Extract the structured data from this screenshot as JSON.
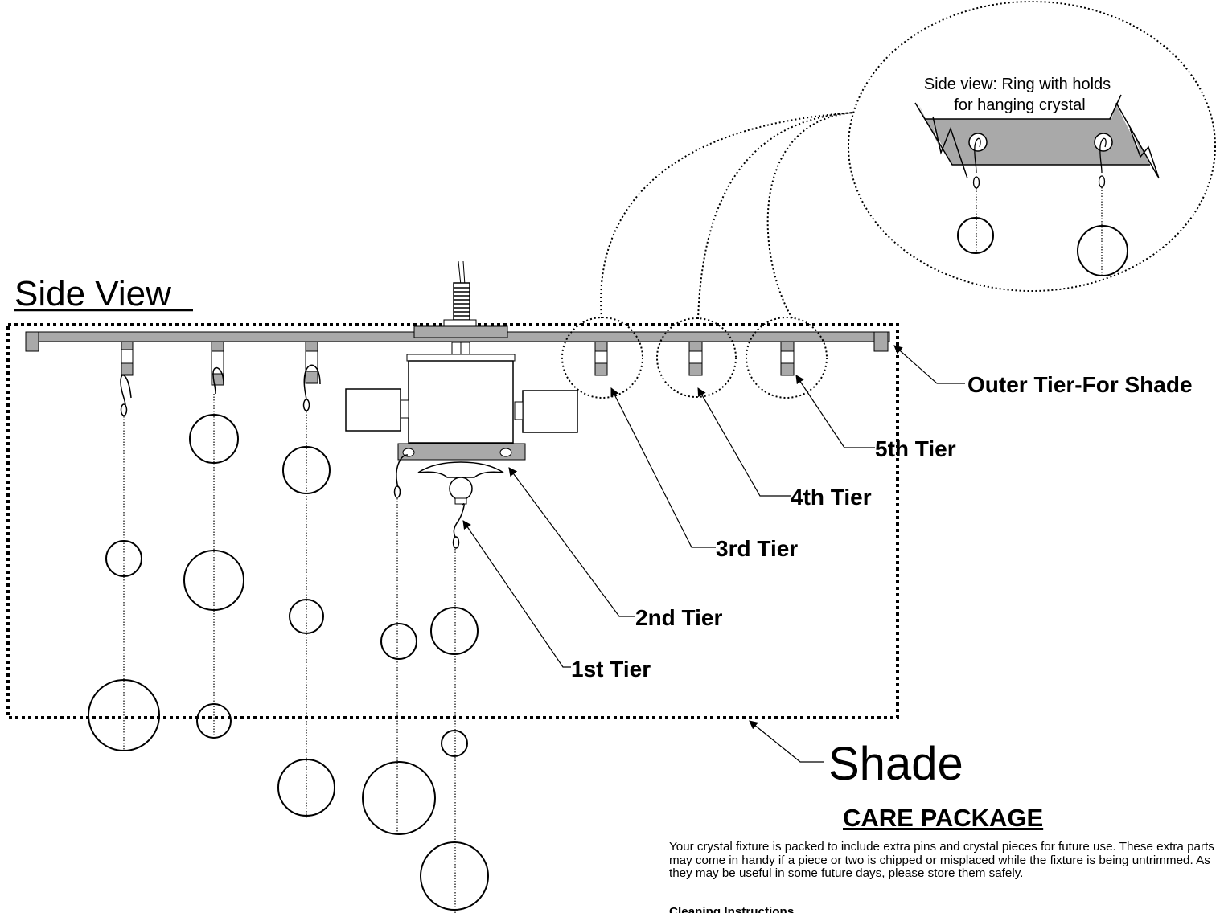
{
  "diagram": {
    "side_view_title": "Side View",
    "shade_label": "Shade",
    "outer_tier_label": "Outer Tier-For Shade",
    "tier_labels": [
      "1st Tier",
      "2nd Tier",
      "3rd Tier",
      "4th Tier",
      "5th Tier"
    ],
    "detail_caption_line1": "Side view: Ring with holds",
    "detail_caption_line2": "for hanging crystal"
  },
  "care_package": {
    "title": "CARE PACKAGE",
    "body": "Your crystal fixture is packed to include extra pins and crystal pieces for future use. These extra parts may come in handy if a piece or two is chipped or misplaced while the fixture is being untrimmed. As they may be useful in some future days, please store them safely.",
    "subheading": "Cleaning Instructions"
  },
  "colors": {
    "ring_gray": "#a9a9a9",
    "line": "#000000",
    "background": "#ffffff"
  }
}
